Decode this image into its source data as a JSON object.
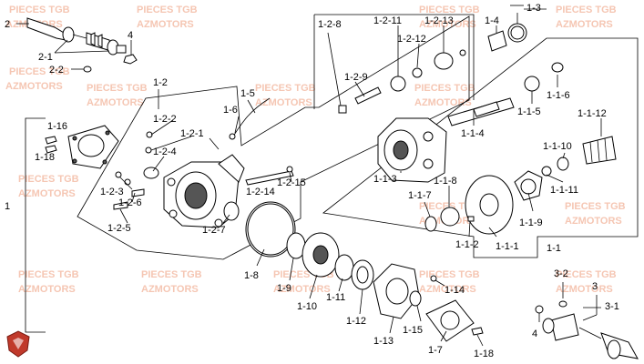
{
  "watermark": {
    "line1": "PIECES TGB",
    "line2": "AZMOTORS"
  },
  "callouts": {
    "c1": "1",
    "c2": "2",
    "c2_1": "2-1",
    "c2_2": "2-2",
    "c3": "3",
    "c3_1": "3-1",
    "c3_2": "3-2",
    "c4_top": "4",
    "c4_bottom": "4",
    "c1_1": "1-1",
    "c1_2": "1-2",
    "c1_3": "1-3",
    "c1_4": "1-4",
    "c1_5": "1-5",
    "c1_6": "1-6",
    "c1_7": "1-7",
    "c1_8": "1-8",
    "c1_9": "1-9",
    "c1_10": "1-10",
    "c1_11": "1-11",
    "c1_12": "1-12",
    "c1_13": "1-13",
    "c1_14": "1-14",
    "c1_15": "1-15",
    "c1_16": "1-16",
    "c1_18": "1-18",
    "c1_18_b": "1-18",
    "c1_1_1": "1-1-1",
    "c1_1_2": "1-1-2",
    "c1_1_3": "1-1-3",
    "c1_1_4": "1-1-4",
    "c1_1_5": "1-1-5",
    "c1_1_6": "1-1-6",
    "c1_1_7": "1-1-7",
    "c1_1_8": "1-1-8",
    "c1_1_9": "1-1-9",
    "c1_1_10": "1-1-10",
    "c1_1_11": "1-1-11",
    "c1_1_12": "1-1-12",
    "c1_2_1": "1-2-1",
    "c1_2_2": "1-2-2",
    "c1_2_3": "1-2-3",
    "c1_2_4": "1-2-4",
    "c1_2_5": "1-2-5",
    "c1_2_6": "1-2-6",
    "c1_2_7": "1-2-7",
    "c1_2_8": "1-2-8",
    "c1_2_9": "1-2-9",
    "c1_2_11": "1-2-11",
    "c1_2_12": "1-2-12",
    "c1_2_13": "1-2-13",
    "c1_2_14": "1-2-14",
    "c1_2_15": "1-2-15"
  }
}
